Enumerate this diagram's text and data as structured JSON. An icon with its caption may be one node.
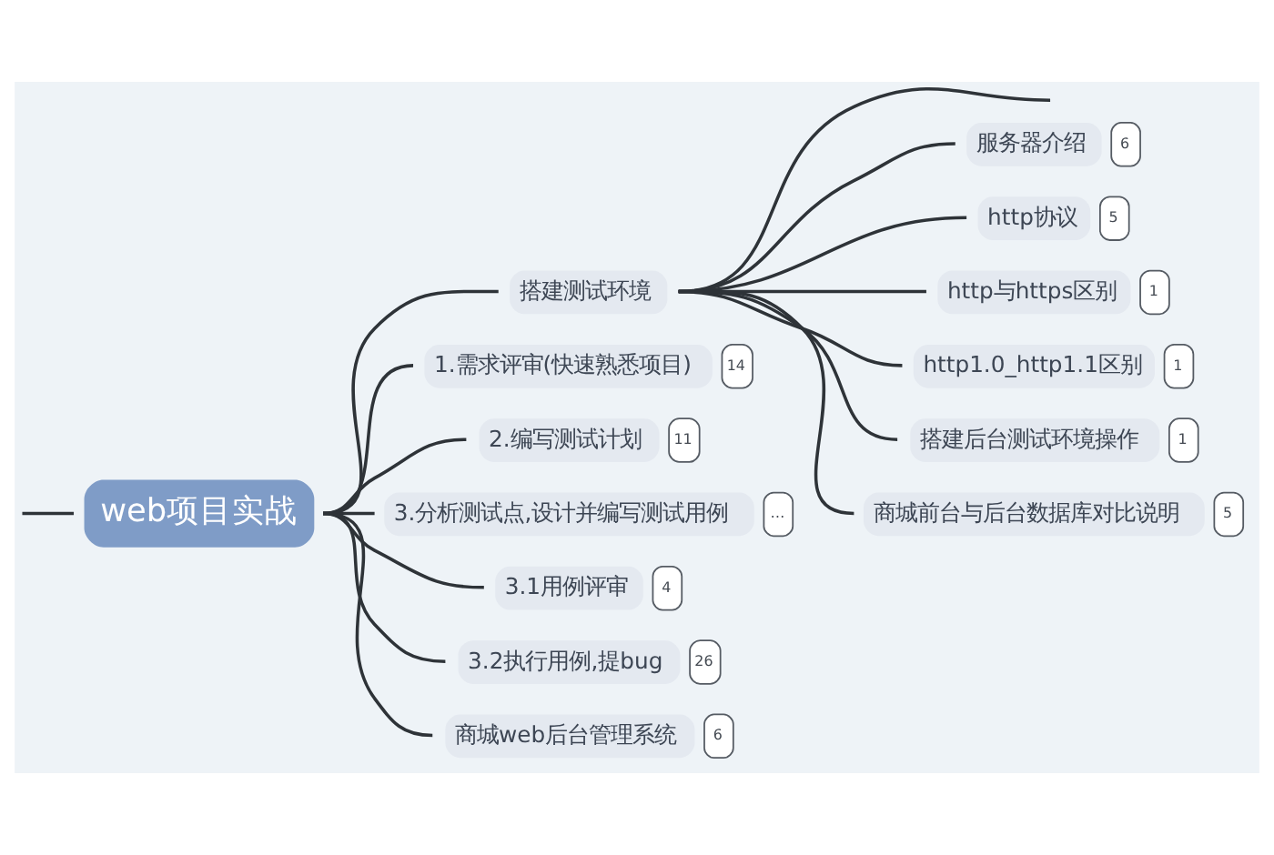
{
  "diagram": {
    "nodes": [
      {
        "text": [
          "web项目实战"
        ]
      },
      {
        "text": [
          "搭建测试环境"
        ]
      },
      {
        "text": [
          "服务器介绍"
        ],
        "beside": [
          "6"
        ]
      },
      {
        "text": [
          "http协议"
        ],
        "beside": [
          "5"
        ]
      },
      {
        "text": [
          "http与https区别"
        ],
        "beside": [
          "1"
        ]
      },
      {
        "text": [
          "http1.0_http1.1区别"
        ],
        "beside": [
          "1"
        ]
      },
      {
        "text": [
          "搭建后台测试环境操作"
        ],
        "beside": [
          "1"
        ]
      },
      {
        "text": [
          "商城前台与后台数据库对比说明"
        ],
        "beside": [
          "5"
        ]
      },
      {
        "text": [
          "1.需求评审(快速熟悉项目)"
        ],
        "beside": [
          "14"
        ]
      },
      {
        "text": [
          "2.编写测试计划"
        ],
        "beside": [
          "11"
        ]
      },
      {
        "text": [
          "3.分析测试点,设计并编写测试用例"
        ],
        "beside": [
          "…"
        ]
      },
      {
        "text": [
          "3.1用例评审"
        ],
        "beside": [
          "4"
        ]
      },
      {
        "text": [
          "3.2执行用例,提bug"
        ],
        "beside": [
          "26"
        ]
      },
      {
        "text": [
          "商城web后台管理系统"
        ],
        "beside": [
          "6"
        ]
      }
    ],
    "edges": [
      {
        "from": null,
        "to": 0,
        "arrow": "none"
      },
      {
        "from": 0,
        "to": 1,
        "arrow": "none"
      },
      {
        "from": 1,
        "to": null,
        "arrow": "none"
      },
      {
        "from": 1,
        "to": 2,
        "arrow": "none"
      },
      {
        "from": 1,
        "to": 3,
        "arrow": "none"
      },
      {
        "from": 1,
        "to": 4,
        "arrow": "none"
      },
      {
        "from": 1,
        "to": 5,
        "arrow": "none"
      },
      {
        "from": 1,
        "to": 6,
        "arrow": "none"
      },
      {
        "from": 1,
        "to": 7,
        "arrow": "none"
      },
      {
        "from": 0,
        "to": 8,
        "arrow": "none"
      },
      {
        "from": 0,
        "to": 9,
        "arrow": "none"
      },
      {
        "from": 0,
        "to": 10,
        "arrow": "none"
      },
      {
        "from": 0,
        "to": 11,
        "arrow": "none"
      },
      {
        "from": 0,
        "to": 12,
        "arrow": "none"
      },
      {
        "from": 0,
        "to": 13,
        "arrow": "none"
      }
    ]
  }
}
